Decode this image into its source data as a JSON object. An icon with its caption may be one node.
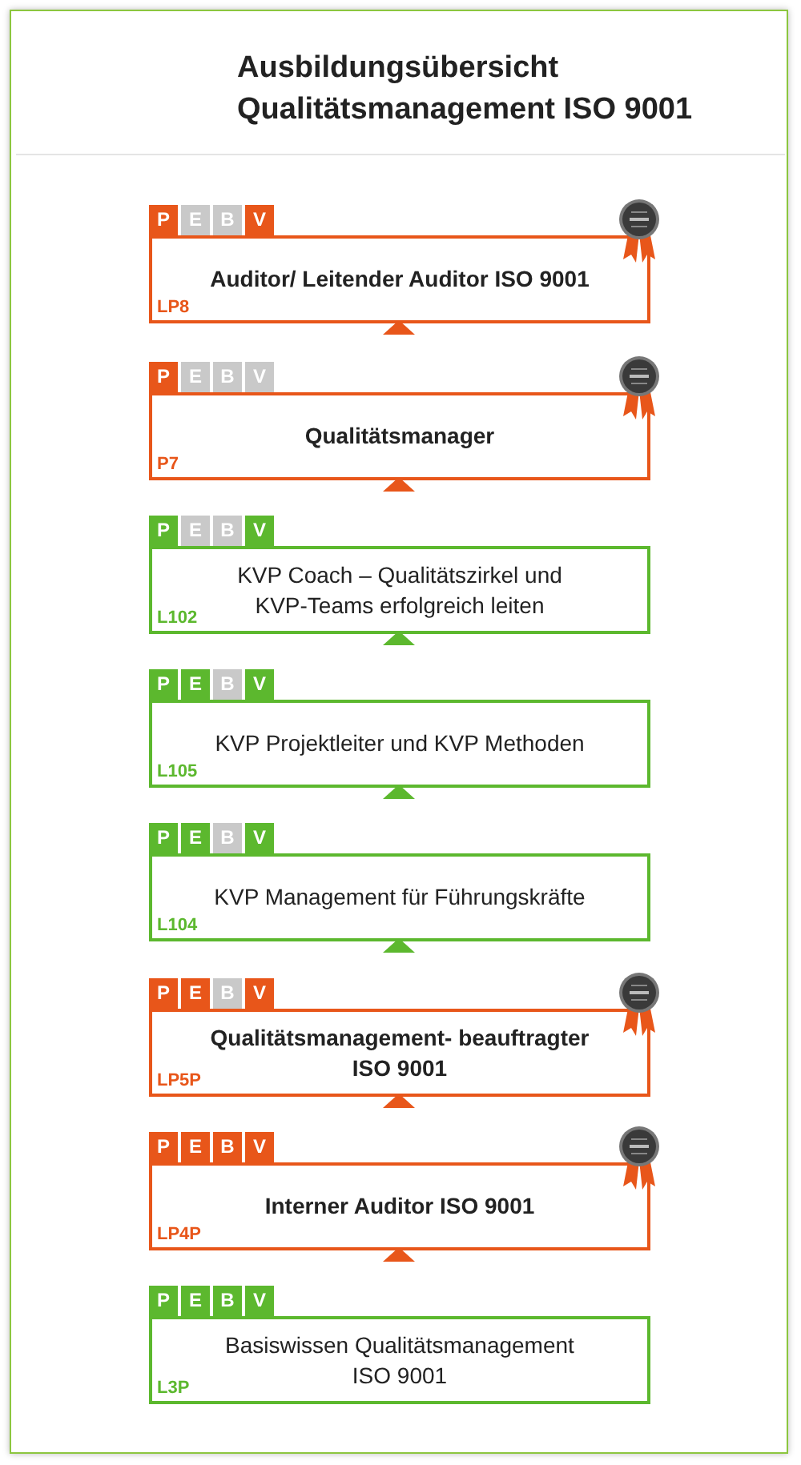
{
  "diagram": {
    "title": "Ausbildungsübersicht Qualitätsmanagement ISO 9001",
    "nodes": [
      {
        "text": [
          "P",
          "E",
          "B",
          "V",
          "Auditor/ Leitender Auditor ISO 9001",
          "LP8"
        ]
      },
      {
        "text": [
          "P",
          "E",
          "B",
          "V",
          "Qualitätsmanager",
          "P7"
        ]
      },
      {
        "text": [
          "P",
          "E",
          "B",
          "V",
          "KVP Coach – Qualitätszirkel und KVP-Teams erfolgreich leiten",
          "L102"
        ]
      },
      {
        "text": [
          "P",
          "E",
          "B",
          "V",
          "KVP Projektleiter und KVP Methoden",
          "L105"
        ]
      },
      {
        "text": [
          "P",
          "E",
          "B",
          "V",
          "KVP Management für Führungskräfte",
          "L104"
        ]
      },
      {
        "text": [
          "P",
          "E",
          "B",
          "V",
          "Qualitätsmanagement- beauftragter ISO 9001",
          "LP5P"
        ]
      },
      {
        "text": [
          "P",
          "E",
          "B",
          "V",
          "Interner Auditor ISO 9001",
          "LP4P"
        ]
      },
      {
        "text": [
          "P",
          "E",
          "B",
          "V",
          "Basiswissen Qualitätsmanagement ISO 9001",
          "L3P"
        ]
      }
    ],
    "edges": [
      {
        "from": 1,
        "to": 0,
        "arrow": "to"
      },
      {
        "from": 2,
        "to": 1,
        "arrow": "to"
      },
      {
        "from": 3,
        "to": 2,
        "arrow": "to",
        "color": "#5cb82e"
      },
      {
        "from": 4,
        "to": 3,
        "arrow": "to",
        "color": "#5cb82e"
      },
      {
        "from": 5,
        "to": 4,
        "arrow": "to",
        "color": "#5cb82e"
      },
      {
        "from": 6,
        "to": 5,
        "arrow": "to"
      },
      {
        "from": 7,
        "to": 6,
        "arrow": "to"
      }
    ]
  }
}
